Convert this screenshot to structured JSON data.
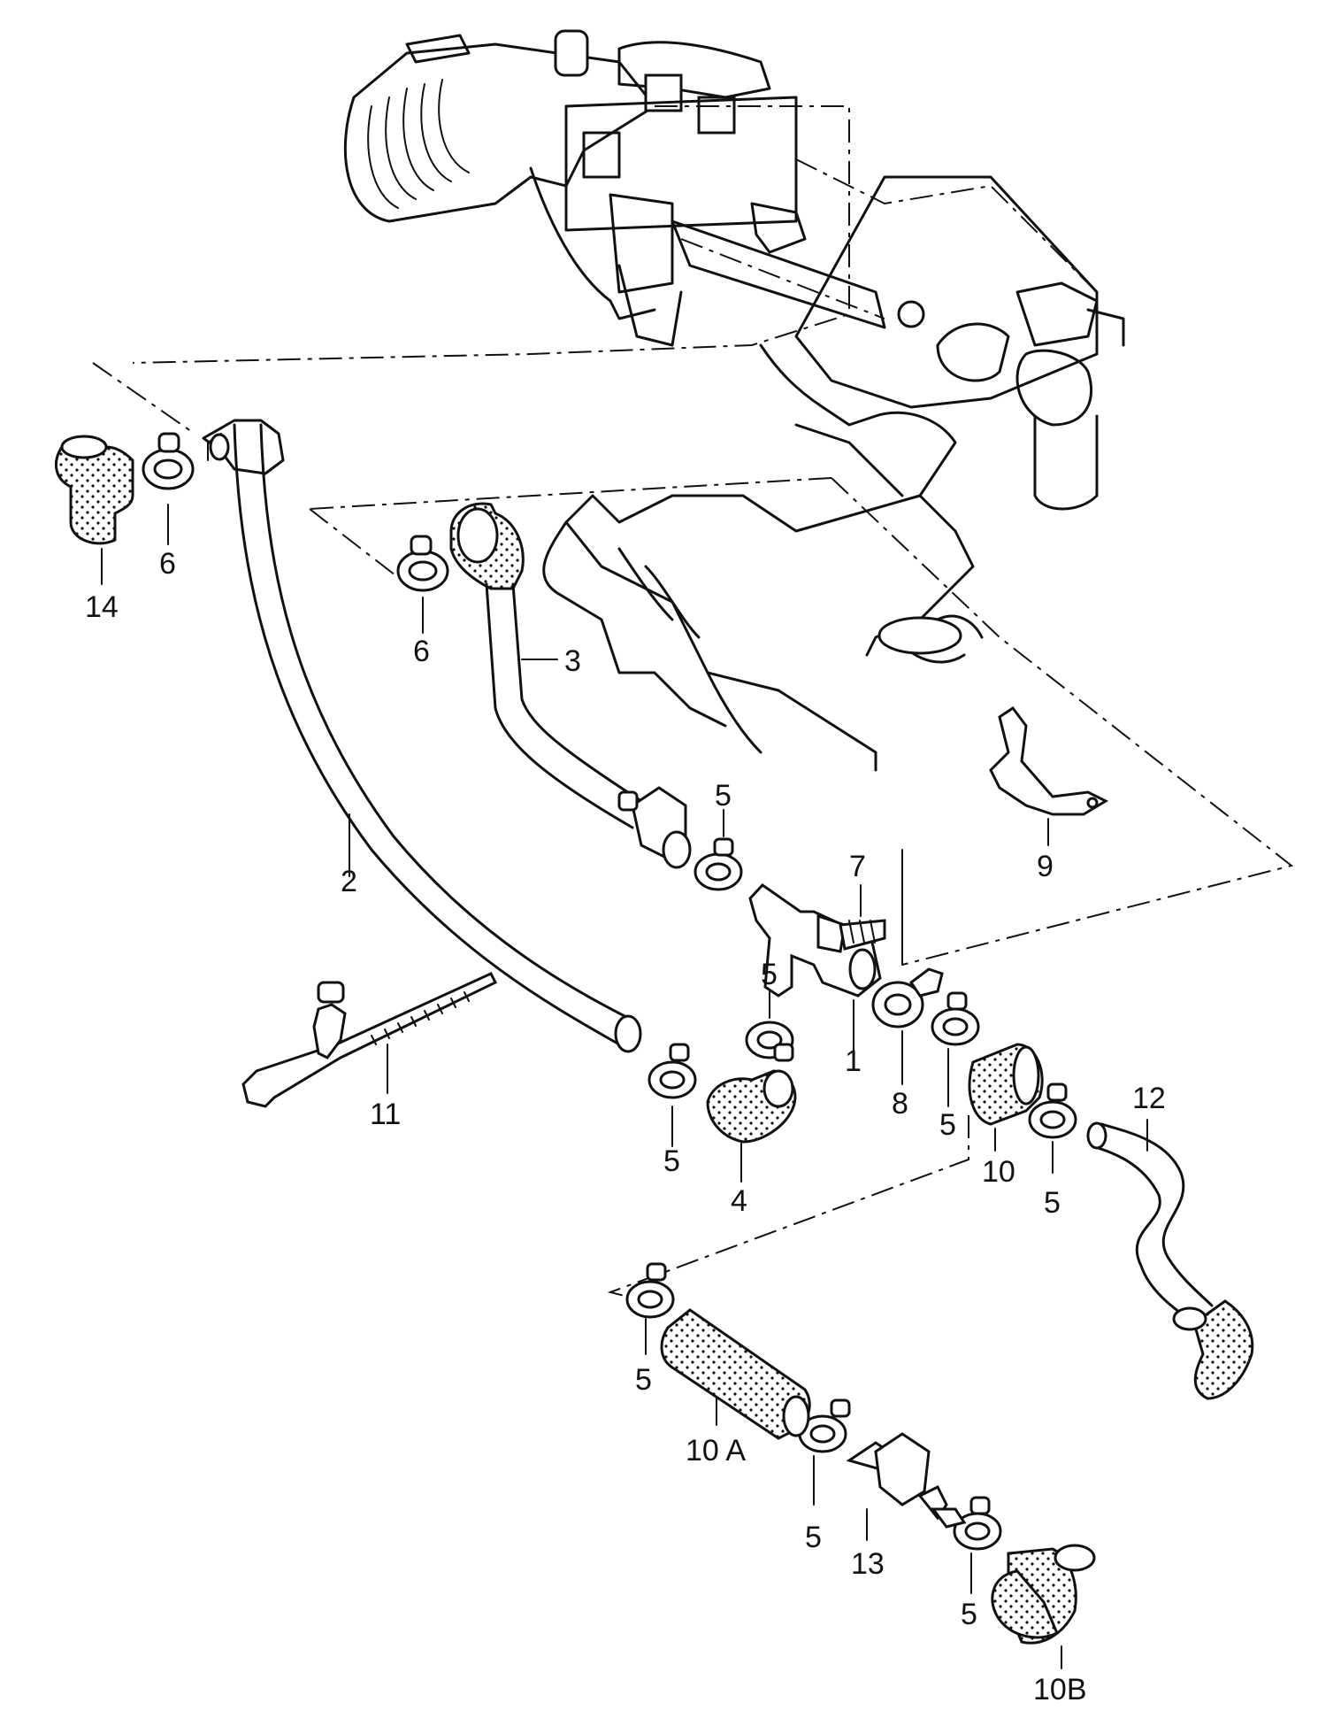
{
  "callouts": [
    {
      "id": "c1",
      "text": "1"
    },
    {
      "id": "c2",
      "text": "2"
    },
    {
      "id": "c3",
      "text": "3"
    },
    {
      "id": "c4",
      "text": "4"
    },
    {
      "id": "c5a",
      "text": "5"
    },
    {
      "id": "c5b",
      "text": "5"
    },
    {
      "id": "c5c",
      "text": "5"
    },
    {
      "id": "c5d",
      "text": "5"
    },
    {
      "id": "c5e",
      "text": "5"
    },
    {
      "id": "c5f",
      "text": "5"
    },
    {
      "id": "c5g",
      "text": "5"
    },
    {
      "id": "c5h",
      "text": "5"
    },
    {
      "id": "c6a",
      "text": "6"
    },
    {
      "id": "c6b",
      "text": "6"
    },
    {
      "id": "c7",
      "text": "7"
    },
    {
      "id": "c8",
      "text": "8"
    },
    {
      "id": "c9",
      "text": "9"
    },
    {
      "id": "c10",
      "text": "10"
    },
    {
      "id": "c10a",
      "text": "10 A"
    },
    {
      "id": "c10b",
      "text": "10B"
    },
    {
      "id": "c11",
      "text": "11"
    },
    {
      "id": "c12",
      "text": "12"
    },
    {
      "id": "c13",
      "text": "13"
    },
    {
      "id": "c14",
      "text": "14"
    }
  ]
}
